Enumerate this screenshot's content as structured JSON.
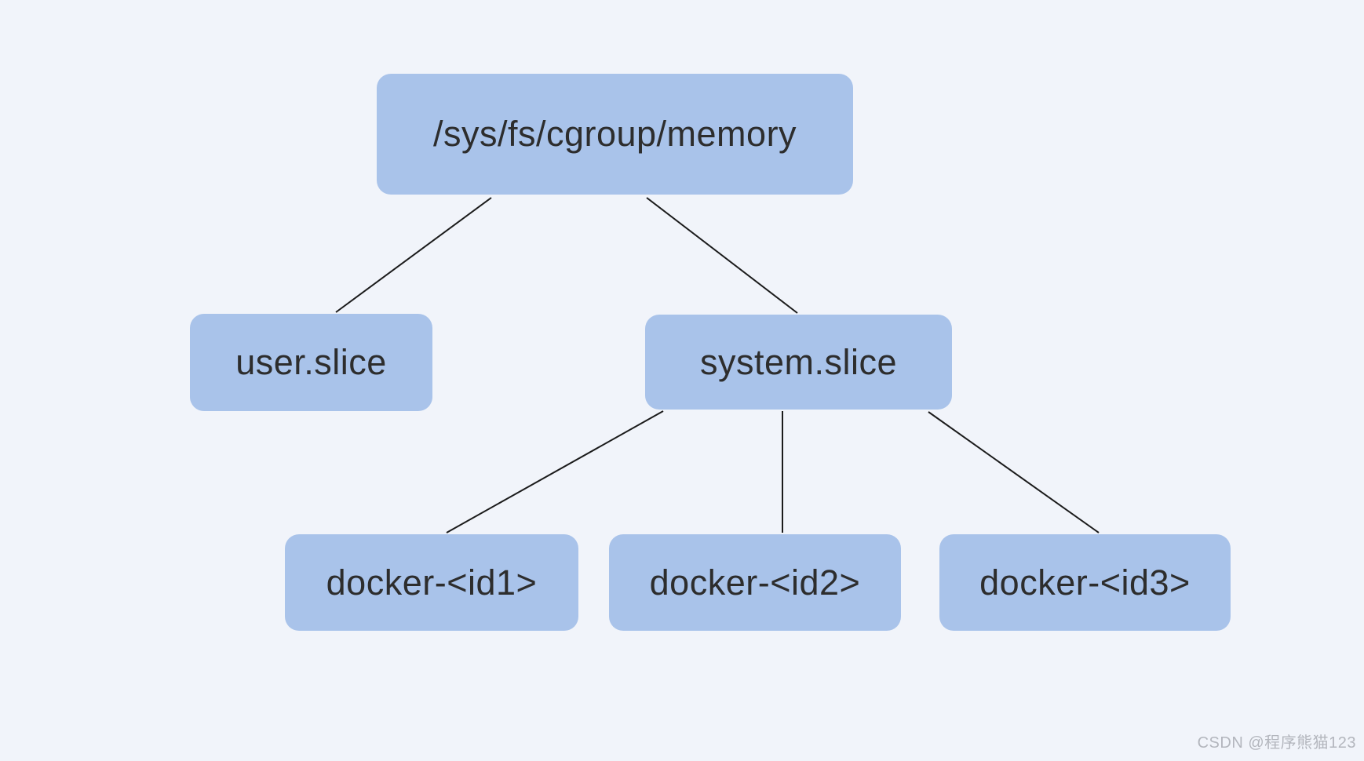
{
  "diagram": {
    "type": "tree",
    "nodes": [
      {
        "id": "root",
        "label": "/sys/fs/cgroup/memory",
        "level": 0
      },
      {
        "id": "user-slice",
        "label": "user.slice",
        "level": 1
      },
      {
        "id": "system-slice",
        "label": "system.slice",
        "level": 1
      },
      {
        "id": "docker-id1",
        "label": "docker-<id1>",
        "level": 2
      },
      {
        "id": "docker-id2",
        "label": "docker-<id2>",
        "level": 2
      },
      {
        "id": "docker-id3",
        "label": "docker-<id3>",
        "level": 2
      }
    ],
    "edges": [
      {
        "from": "root",
        "to": "user-slice"
      },
      {
        "from": "root",
        "to": "system-slice"
      },
      {
        "from": "system-slice",
        "to": "docker-id1"
      },
      {
        "from": "system-slice",
        "to": "docker-id2"
      },
      {
        "from": "system-slice",
        "to": "docker-id3"
      }
    ],
    "colors": {
      "node_fill": "#a9c3ea",
      "background": "#f1f4fa",
      "line": "#1b1b1b",
      "node_text": "#2d2d2d",
      "watermark_text": "#b3b6bd"
    }
  },
  "watermark": {
    "text": "CSDN @程序熊猫123"
  }
}
